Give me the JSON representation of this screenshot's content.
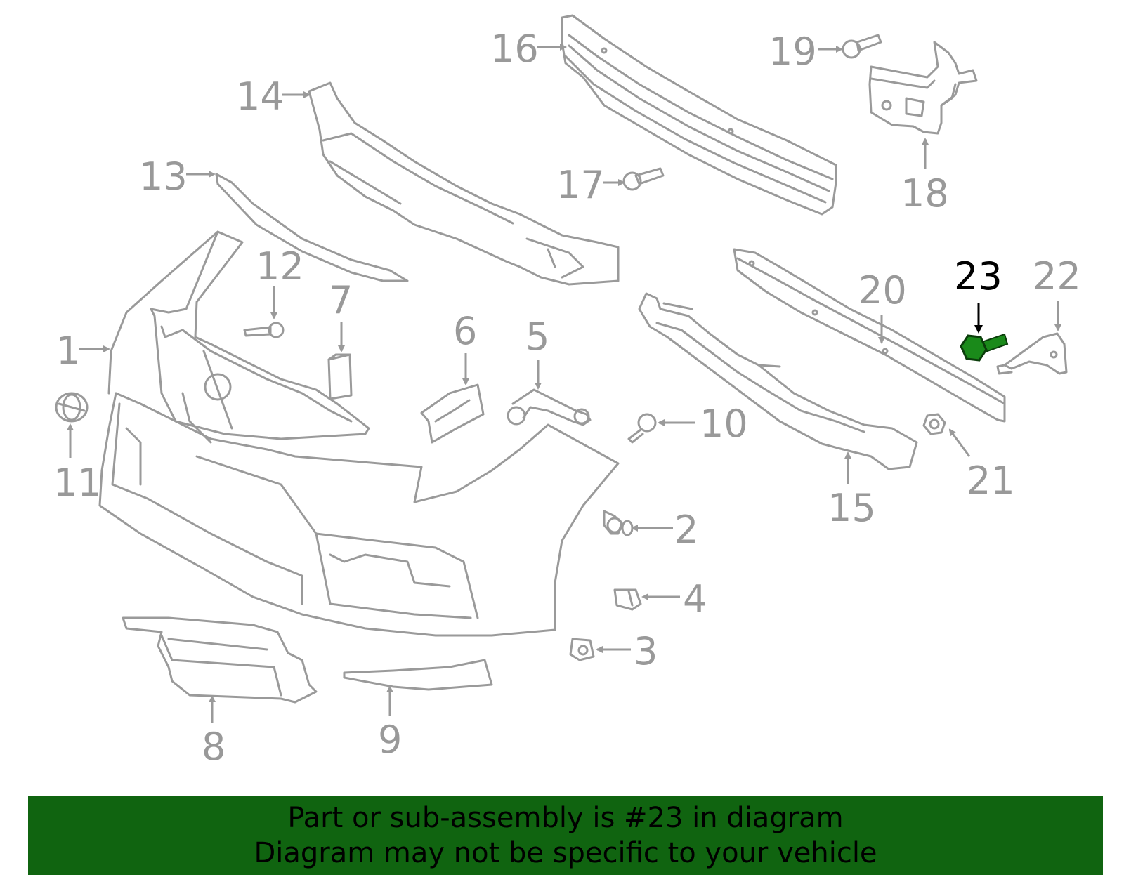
{
  "highlight": "23",
  "colors": {
    "part_stroke": "#9a9a9a",
    "label": "#999999",
    "highlight_label": "#000000",
    "highlight_part": "#1a8a1a",
    "banner": "#106410"
  },
  "labels": [
    {
      "id": "1",
      "text": "1"
    },
    {
      "id": "2",
      "text": "2"
    },
    {
      "id": "3",
      "text": "3"
    },
    {
      "id": "4",
      "text": "4"
    },
    {
      "id": "5",
      "text": "5"
    },
    {
      "id": "6",
      "text": "6"
    },
    {
      "id": "7",
      "text": "7"
    },
    {
      "id": "8",
      "text": "8"
    },
    {
      "id": "9",
      "text": "9"
    },
    {
      "id": "10",
      "text": "10"
    },
    {
      "id": "11",
      "text": "11"
    },
    {
      "id": "12",
      "text": "12"
    },
    {
      "id": "13",
      "text": "13"
    },
    {
      "id": "14",
      "text": "14"
    },
    {
      "id": "15",
      "text": "15"
    },
    {
      "id": "16",
      "text": "16"
    },
    {
      "id": "17",
      "text": "17"
    },
    {
      "id": "18",
      "text": "18"
    },
    {
      "id": "19",
      "text": "19"
    },
    {
      "id": "20",
      "text": "20"
    },
    {
      "id": "21",
      "text": "21"
    },
    {
      "id": "22",
      "text": "22"
    },
    {
      "id": "23",
      "text": "23"
    }
  ],
  "banner": {
    "line1": "Part or sub-assembly is #23 in diagram",
    "line2": "Diagram may not be specific to your vehicle"
  }
}
